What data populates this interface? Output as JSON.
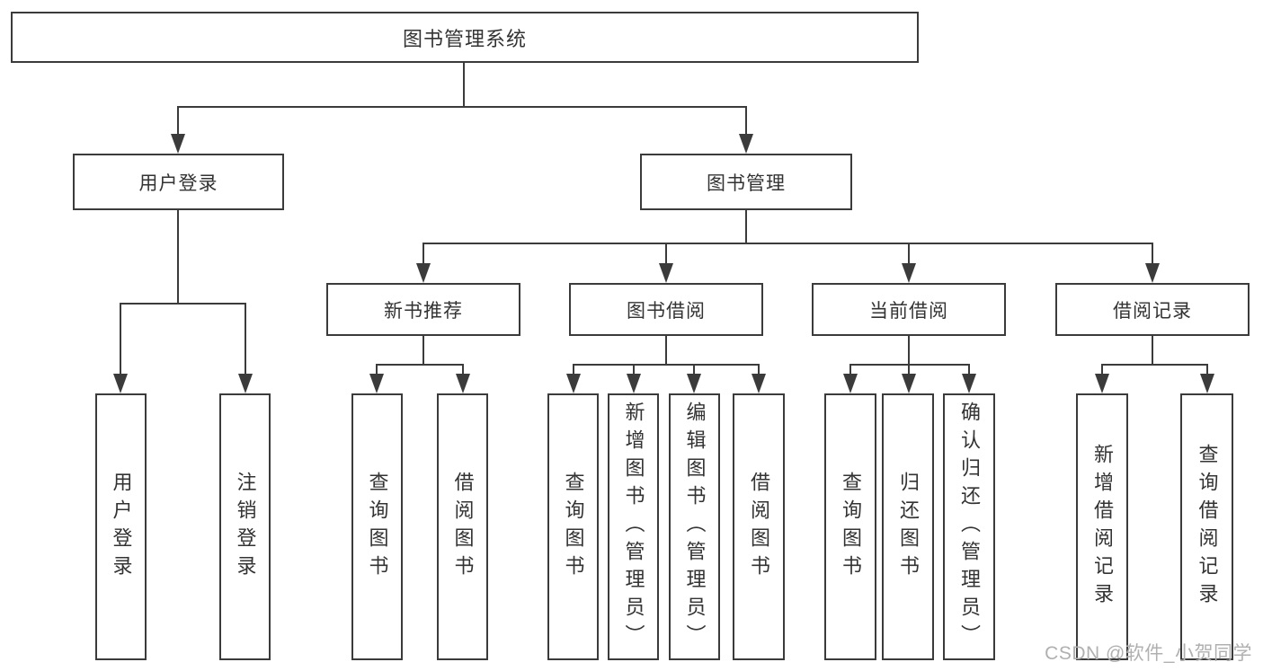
{
  "diagram": {
    "root": {
      "label": "图书管理系统"
    },
    "level2": {
      "user_login": {
        "label": "用户登录"
      },
      "book_mgmt": {
        "label": "图书管理"
      }
    },
    "level3": {
      "new_book": {
        "label": "新书推荐"
      },
      "book_borrow": {
        "label": "图书借阅"
      },
      "current_borrow": {
        "label": "当前借阅"
      },
      "borrow_record": {
        "label": "借阅记录"
      }
    },
    "leaves": {
      "user_login": {
        "label": "用户登录"
      },
      "logout": {
        "label": "注销登录"
      },
      "nb_query": {
        "label": "查询图书"
      },
      "nb_borrow": {
        "label": "借阅图书"
      },
      "bb_query": {
        "label": "查询图书"
      },
      "bb_add": {
        "label": "新增图书（管理员）"
      },
      "bb_edit": {
        "label": "编辑图书（管理员）"
      },
      "bb_borrow": {
        "label": "借阅图书"
      },
      "cb_query": {
        "label": "查询图书"
      },
      "cb_return": {
        "label": "归还图书"
      },
      "cb_confirm": {
        "label": "确认归还（管理员）"
      },
      "br_add": {
        "label": "新增借阅记录"
      },
      "br_query": {
        "label": "查询借阅记录"
      }
    }
  },
  "watermark": {
    "text": "CSDN @软件_小贺同学"
  },
  "colors": {
    "line": "#3b3b3b",
    "text": "#333333",
    "watermark": "#b0b0b0",
    "background": "#ffffff"
  }
}
